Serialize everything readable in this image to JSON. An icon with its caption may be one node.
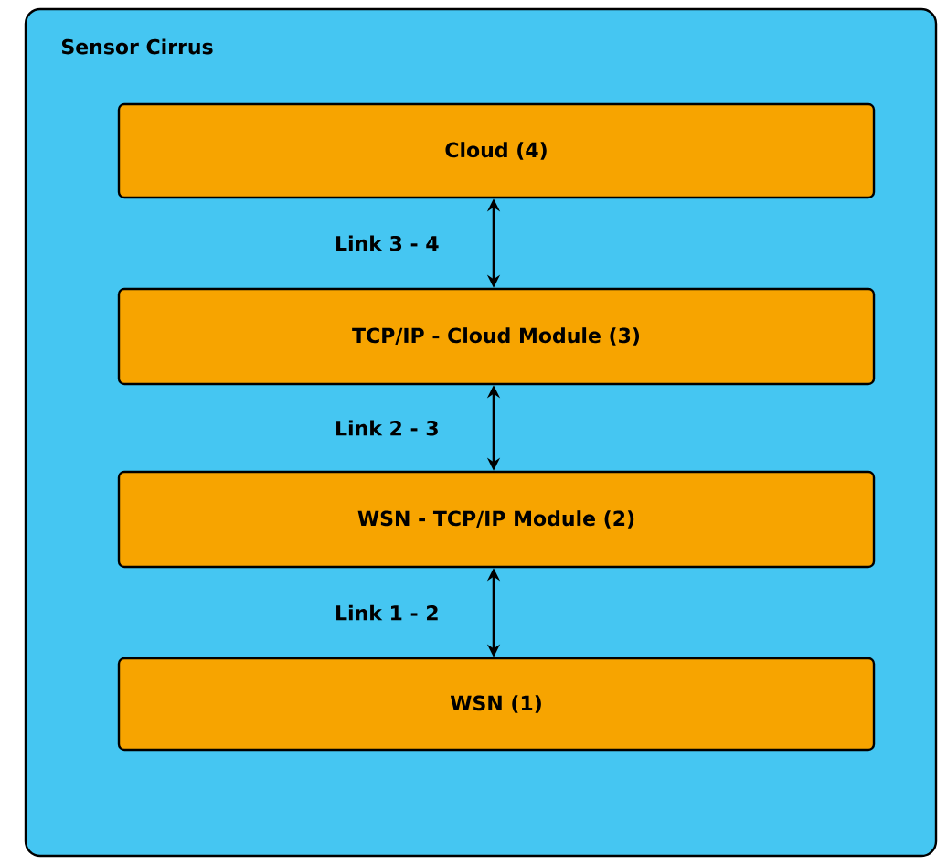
{
  "diagram": {
    "nodes": [
      {
        "text": [
          "Sensor Cirrus"
        ]
      },
      {
        "text": [
          "Cloud (4)"
        ],
        "in": 0
      },
      {
        "text": [
          "TCP/IP - Cloud Module (3)"
        ],
        "in": 0
      },
      {
        "text": [
          "WSN - TCP/IP Module (2)"
        ],
        "in": 0
      },
      {
        "text": [
          "WSN (1)"
        ],
        "in": 0
      }
    ],
    "edges": [
      {
        "from": 1,
        "to": 2,
        "arrow": "both",
        "label": "Link 3 - 4"
      },
      {
        "from": 2,
        "to": 3,
        "arrow": "both",
        "label": "Link 2 - 3"
      },
      {
        "from": 3,
        "to": 4,
        "arrow": "both",
        "label": "Link 1 - 2"
      }
    ]
  }
}
